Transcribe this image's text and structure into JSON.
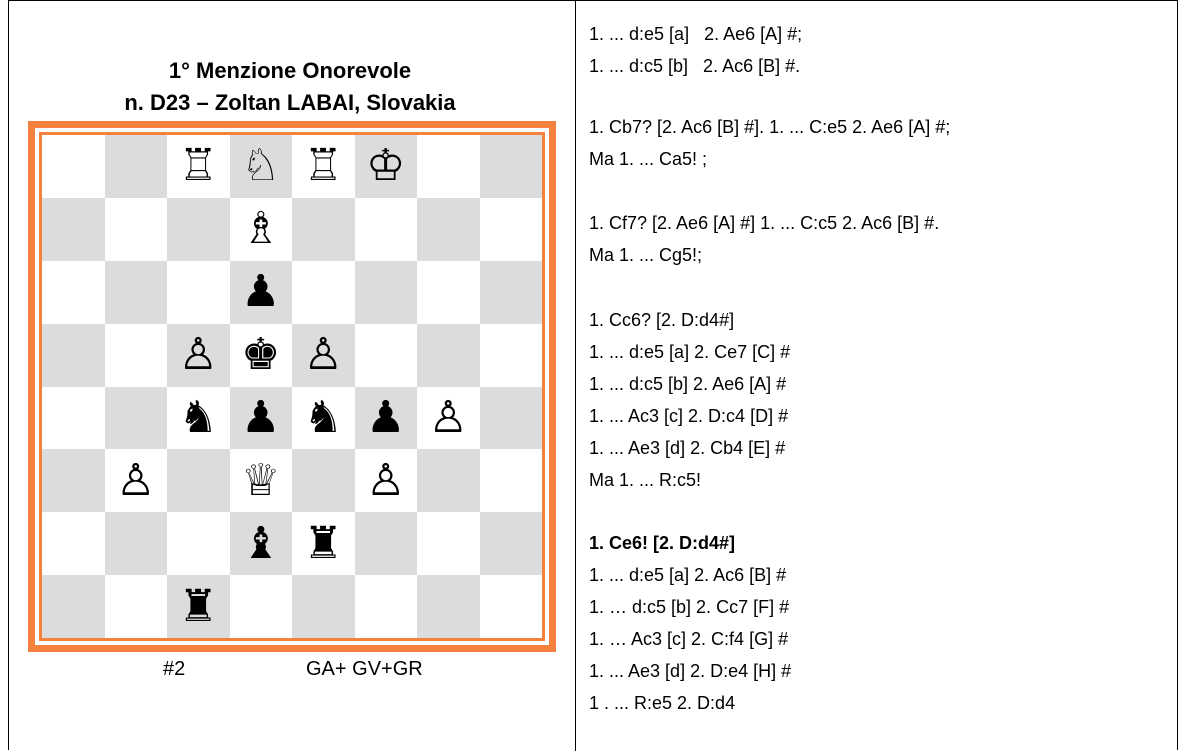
{
  "problem": {
    "title_line1": "1° Menzione Onorevole",
    "title_line2": "n. D23 –  Zoltan LABAI, Slovakia",
    "stipulation": "#2",
    "themes": "GA+ GV+GR",
    "board_colors": {
      "frame": "#f2823e",
      "dark_square": "#dcdcdc",
      "light_square": "#ffffff"
    },
    "board": [
      [
        "",
        "",
        "♖",
        "♘",
        "♖",
        "♔",
        "",
        ""
      ],
      [
        "",
        "",
        "",
        "♗",
        "",
        "",
        "",
        ""
      ],
      [
        "",
        "",
        "",
        "♟",
        "",
        "",
        "",
        ""
      ],
      [
        "",
        "",
        "♙",
        "♚",
        "♙",
        "",
        "",
        ""
      ],
      [
        "",
        "",
        "♞",
        "♟",
        "♞",
        "♟",
        "♙",
        ""
      ],
      [
        "",
        "♙",
        "",
        "♕",
        "",
        "♙",
        "",
        ""
      ],
      [
        "",
        "",
        "",
        "♝",
        "♜",
        "",
        "",
        ""
      ],
      [
        "",
        "",
        "♜",
        "",
        "",
        "",
        "",
        ""
      ]
    ]
  },
  "solution": {
    "lines": [
      "1. ... d:e5 [a]   2. Ae6 [A] #;",
      "1. ... d:c5 [b]   2. Ac6 [B] #.",
      "",
      "1. Cb7? [2. Ac6 [B] #]. 1. ... C:e5 2. Ae6 [A] #;",
      "Ma 1. ... Ca5! ;",
      "",
      "1. Cf7? [2. Ae6 [A] #] 1. ... C:c5 2. Ac6 [B] #.",
      "Ma 1. ... Cg5!;",
      "",
      "1. Cc6? [2. D:d4#]",
      "1. ... d:e5 [a] 2. Ce7 [C] #",
      "1. ... d:c5 [b] 2. Ae6 [A] #",
      "1. ... Ac3 [c] 2. D:c4 [D] #",
      "1. ... Ae3 [d] 2. Cb4 [E] #",
      "Ma 1. ... R:c5!",
      "",
      "1. Ce6! [2. D:d4#]",
      "1. ... d:e5 [a] 2. Ac6 [B] #",
      "1. … d:c5 [b] 2. Cc7 [F] #",
      "1. … Ac3 [c] 2. C:f4 [G] #",
      "1. ... Ae3 [d] 2. D:e4 [H] #",
      "1 . ... R:e5 2. D:d4"
    ]
  }
}
